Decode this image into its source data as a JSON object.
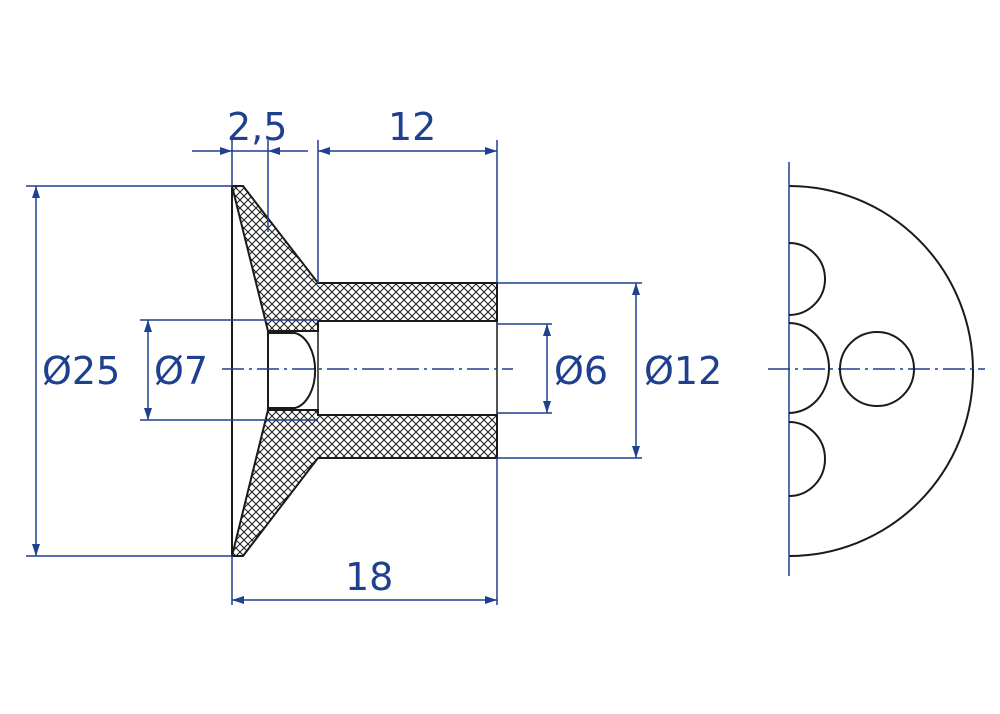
{
  "colors": {
    "dimension": "#1f3f8f",
    "outline": "#1a1a1a",
    "hatch": "#1a1a1a",
    "background": "#ffffff"
  },
  "dimensions": {
    "flange_thickness": "2,5",
    "sleeve_length": "12",
    "total_length": "18",
    "outer_diameter": "Ø25",
    "counterbore_diameter": "Ø7",
    "bore_diameter": "Ø6",
    "sleeve_diameter": "Ø12"
  }
}
